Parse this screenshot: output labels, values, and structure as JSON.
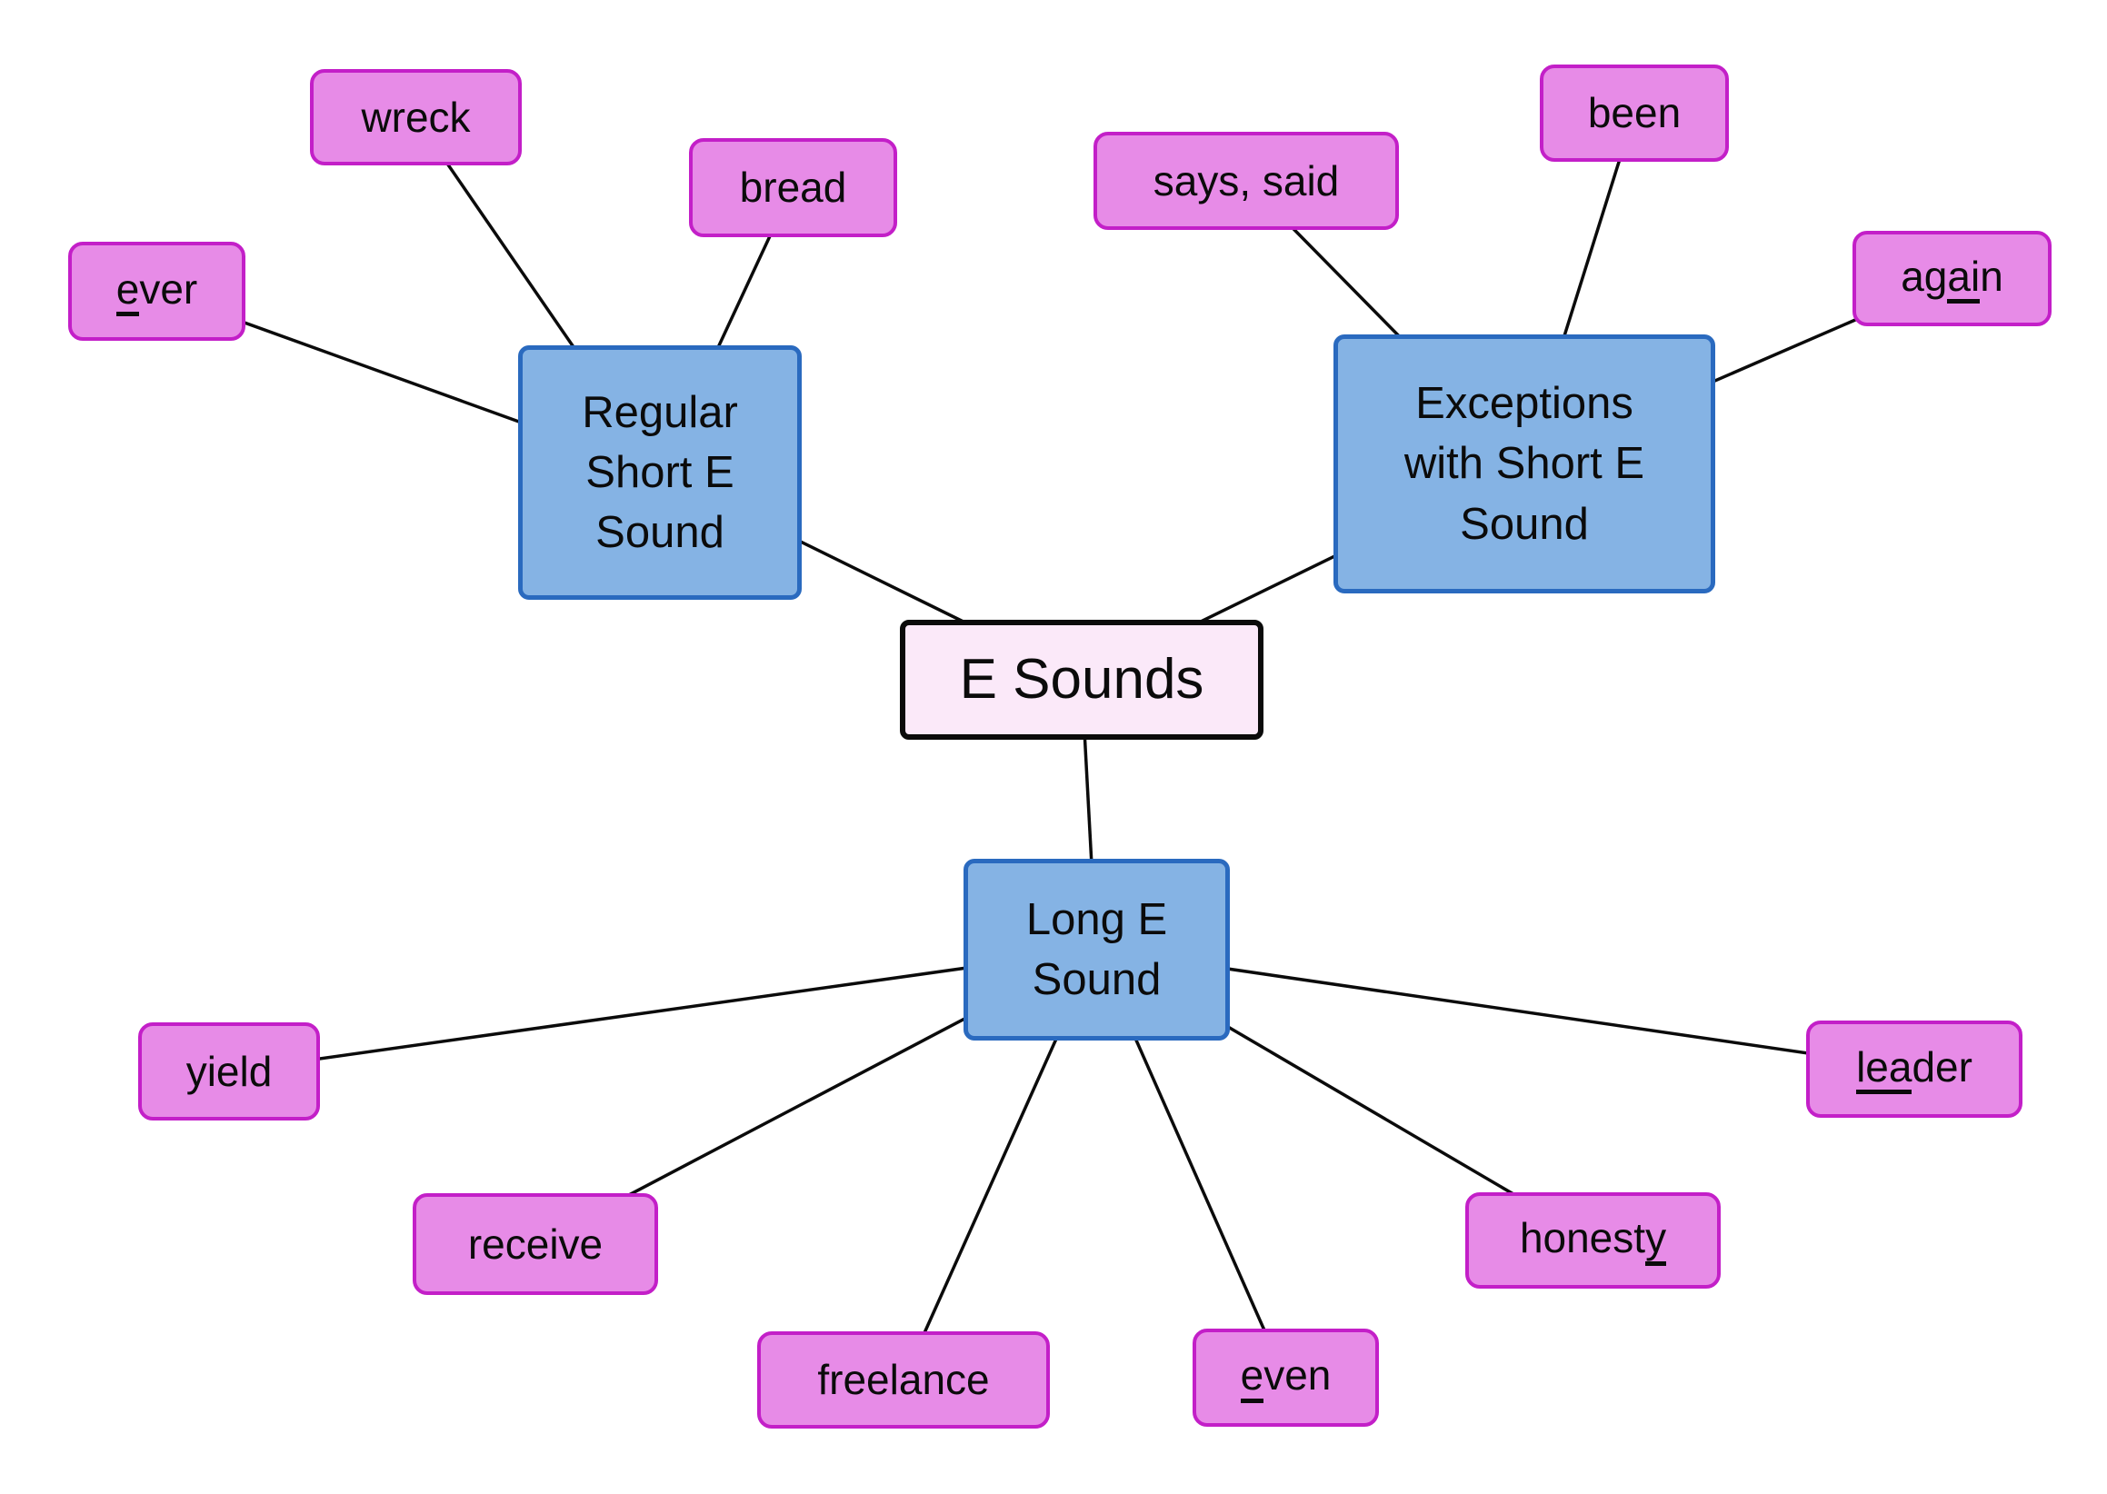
{
  "diagram": {
    "root": {
      "label": "E Sounds"
    },
    "categories": {
      "regular": {
        "line1": "Regular",
        "line2": "Short E",
        "line3": "Sound"
      },
      "exceptions": {
        "line1": "Exceptions",
        "line2": "with Short E",
        "line3": "Sound"
      },
      "longe": {
        "line1": "Long E",
        "line2": "Sound"
      }
    },
    "words": {
      "wreck": {
        "parts": [
          {
            "t": "wreck",
            "u": false
          }
        ]
      },
      "bread": {
        "parts": [
          {
            "t": "bread",
            "u": false
          }
        ]
      },
      "ever": {
        "parts": [
          {
            "t": "e",
            "u": true
          },
          {
            "t": "ver",
            "u": false
          }
        ]
      },
      "says_said": {
        "parts": [
          {
            "t": "says, said",
            "u": false
          }
        ]
      },
      "been": {
        "parts": [
          {
            "t": "been",
            "u": false
          }
        ]
      },
      "again": {
        "parts": [
          {
            "t": "ag",
            "u": false
          },
          {
            "t": "ai",
            "u": true
          },
          {
            "t": "n",
            "u": false
          }
        ]
      },
      "yield": {
        "parts": [
          {
            "t": "yield",
            "u": false
          }
        ]
      },
      "receive": {
        "parts": [
          {
            "t": "receive",
            "u": false
          }
        ]
      },
      "freelance": {
        "parts": [
          {
            "t": "freelance",
            "u": false
          }
        ]
      },
      "even": {
        "parts": [
          {
            "t": "e",
            "u": true
          },
          {
            "t": "ven",
            "u": false
          }
        ]
      },
      "honesty": {
        "parts": [
          {
            "t": "honest",
            "u": false
          },
          {
            "t": "y",
            "u": true
          }
        ]
      },
      "leader": {
        "parts": [
          {
            "t": "lea",
            "u": true
          },
          {
            "t": "der",
            "u": false
          }
        ]
      }
    },
    "colors": {
      "word_fill": "#e78be7",
      "word_border": "#c31fc8",
      "category_fill": "#85b3e4",
      "category_border": "#2a6abf",
      "root_fill": "#fbe9f9",
      "root_border": "#0b0b0b",
      "edge": "#0b0b0b"
    }
  }
}
